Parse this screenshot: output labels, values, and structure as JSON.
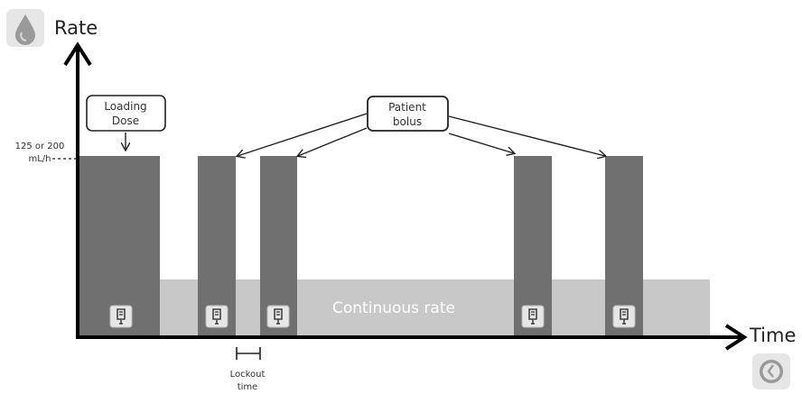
{
  "axes": {
    "y_label": "Rate",
    "x_label": "Time",
    "y_tick_line1": "125 or 200",
    "y_tick_line2": "mL/h"
  },
  "callouts": {
    "loading_dose_line1": "Loading",
    "loading_dose_line2": "Dose",
    "patient_bolus_line1": "Patient",
    "patient_bolus_line2": "bolus"
  },
  "continuous_label": "Continuous rate",
  "lockout_line1": "Lockout",
  "lockout_line2": "time",
  "icons": {
    "y_axis": "droplet-icon",
    "x_axis": "clock-icon",
    "bar_marker": "iv-pump-icon"
  },
  "colors": {
    "bolus_bar": "#707070",
    "continuous_band": "#c8c8c8",
    "axis": "#000000",
    "icon_tile": "#e6e6e6"
  }
}
